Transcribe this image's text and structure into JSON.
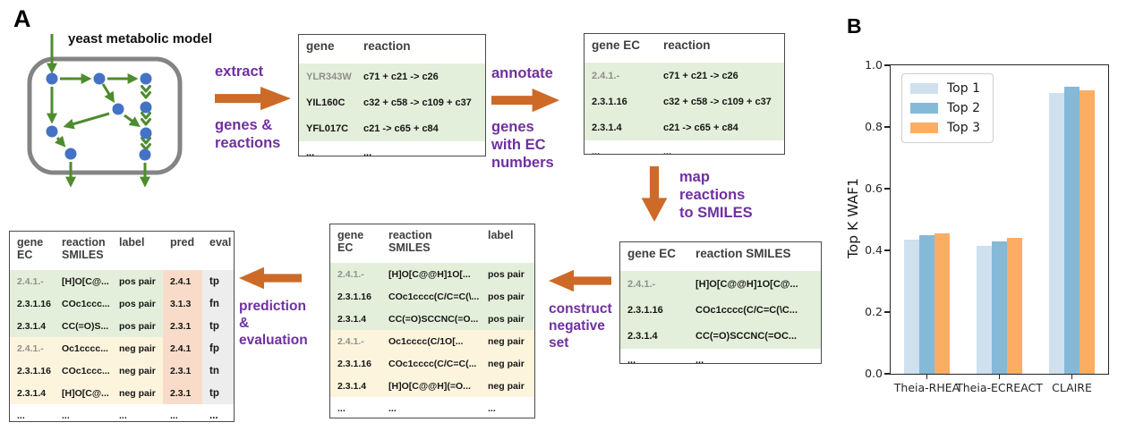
{
  "colors": {
    "step_text": "#7030a0",
    "flow_arrow": "#cd6a28",
    "node_blue": "#4472c4",
    "edge_green": "#4e8c2e",
    "pos_row_bg": "#e3efda",
    "neg_row_bg": "#fcf4dd",
    "pred_col_bg": "#f8dcc9",
    "eval_col_bg": "#ededed"
  },
  "panel_a": {
    "label": "A",
    "diagram_title": "yeast metabolic model",
    "steps": {
      "extract": {
        "line1": "extract",
        "line2": "genes &",
        "line3": "reactions"
      },
      "annotate": {
        "line1": "annotate",
        "line2": "genes",
        "line3": "with EC",
        "line4": "numbers"
      },
      "map": {
        "line1": "map",
        "line2": "reactions",
        "line3": "to SMILES"
      },
      "construct": {
        "line1": "construct",
        "line2": "negative",
        "line3": "set"
      },
      "predict": {
        "line1": "prediction",
        "line2": "&",
        "line3": "evaluation"
      }
    },
    "tables": {
      "t1": {
        "headers": [
          "gene",
          "reaction"
        ],
        "rows": [
          {
            "cells": [
              "YLR343W",
              "c71 + c21 -> c26"
            ],
            "band": "pos",
            "dim": true
          },
          {
            "cells": [
              "YIL160C",
              "c32 + c58 -> c109 + c37"
            ],
            "band": "pos"
          },
          {
            "cells": [
              "YFL017C",
              "c21 -> c65 + c84"
            ],
            "band": "pos"
          },
          {
            "cells": [
              "...",
              "..."
            ],
            "band": "ellipsis"
          }
        ]
      },
      "t2": {
        "headers": [
          "gene EC",
          "reaction"
        ],
        "rows": [
          {
            "cells": [
              "2.4.1.-",
              "c71 + c21 -> c26"
            ],
            "band": "pos",
            "dim": true
          },
          {
            "cells": [
              "2.3.1.16",
              "c32 + c58 -> c109 + c37"
            ],
            "band": "pos"
          },
          {
            "cells": [
              "2.3.1.4",
              "c21 -> c65 + c84"
            ],
            "band": "pos"
          },
          {
            "cells": [
              "...",
              "..."
            ],
            "band": "ellipsis"
          }
        ]
      },
      "t3": {
        "headers": [
          "gene EC",
          "reaction SMILES"
        ],
        "rows": [
          {
            "cells": [
              "2.4.1.-",
              "[H]O[C@@H]1O[C@..."
            ],
            "band": "pos",
            "dim": true
          },
          {
            "cells": [
              "2.3.1.16",
              "COc1cccc(C/C=C(\\C..."
            ],
            "band": "pos"
          },
          {
            "cells": [
              "2.3.1.4",
              "CC(=O)SCCNC(=OC..."
            ],
            "band": "pos"
          },
          {
            "cells": [
              "...",
              "..."
            ],
            "band": "ellipsis"
          }
        ]
      },
      "t4": {
        "headers": [
          "gene\nEC",
          "reaction\nSMILES",
          "label"
        ],
        "rows": [
          {
            "cells": [
              "2.4.1.-",
              "[H]O[C@@H]1O[...",
              "pos pair"
            ],
            "band": "pos",
            "dim": true
          },
          {
            "cells": [
              "2.3.1.16",
              "COc1cccc(C/C=C(\\...",
              "pos pair"
            ],
            "band": "pos"
          },
          {
            "cells": [
              "2.3.1.4",
              "CC(=O)SCCNC(=O...",
              "pos pair"
            ],
            "band": "pos"
          },
          {
            "cells": [
              "2.4.1.-",
              "Oc1cccc(C/1O[...",
              "neg pair"
            ],
            "band": "neg",
            "dim": true
          },
          {
            "cells": [
              "2.3.1.16",
              "COc1cccc(C/C=C(...",
              "neg pair"
            ],
            "band": "neg"
          },
          {
            "cells": [
              "2.3.1.4",
              "[H]O[C@@H](=O...",
              "neg pair"
            ],
            "band": "neg"
          },
          {
            "cells": [
              "...",
              "...",
              "..."
            ],
            "band": "ellipsis"
          }
        ]
      },
      "t5": {
        "headers": [
          "gene\nEC",
          "reaction\nSMILES",
          "label",
          "pred",
          "eval"
        ],
        "rows": [
          {
            "cells": [
              "2.4.1.-",
              "[H]O[C@...",
              "pos pair",
              "2.4.1",
              "tp"
            ],
            "band": "pos",
            "dim": true
          },
          {
            "cells": [
              "2.3.1.16",
              "COc1ccc...",
              "pos pair",
              "3.1.3",
              "fn"
            ],
            "band": "pos"
          },
          {
            "cells": [
              "2.3.1.4",
              "CC(=O)S...",
              "pos pair",
              "2.3.1",
              "tp"
            ],
            "band": "pos"
          },
          {
            "cells": [
              "2.4.1.-",
              "Oc1cccc...",
              "neg pair",
              "2.4.1",
              "fp"
            ],
            "band": "neg",
            "dim": true
          },
          {
            "cells": [
              "2.3.1.16",
              "COc1ccc...",
              "neg pair",
              "2.3.1",
              "tn"
            ],
            "band": "neg"
          },
          {
            "cells": [
              "2.3.1.4",
              "[H]O[C@...",
              "neg pair",
              "2.3.1",
              "tp"
            ],
            "band": "neg"
          },
          {
            "cells": [
              "...",
              "...",
              "...",
              "...",
              "..."
            ],
            "band": "ellipsis"
          }
        ]
      }
    }
  },
  "panel_b": {
    "label": "B"
  },
  "chart_data": {
    "type": "bar",
    "categories": [
      "Theia-RHEA",
      "Theia-ECREACT",
      "CLAIRE"
    ],
    "series": [
      {
        "name": "Top 1",
        "color": "#cfe0ee",
        "values": [
          0.435,
          0.415,
          0.91
        ]
      },
      {
        "name": "Top 2",
        "color": "#85b9d8",
        "values": [
          0.45,
          0.43,
          0.93
        ]
      },
      {
        "name": "Top 3",
        "color": "#fbae63",
        "values": [
          0.455,
          0.44,
          0.92
        ]
      }
    ],
    "title": "",
    "xlabel": "",
    "ylabel": "Top K WAF1",
    "ylim": [
      0.0,
      1.0
    ],
    "yticks": [
      "0.0",
      "0.2",
      "0.4",
      "0.6",
      "0.8",
      "1.0"
    ],
    "legend_position": "upper left",
    "grid": false
  }
}
